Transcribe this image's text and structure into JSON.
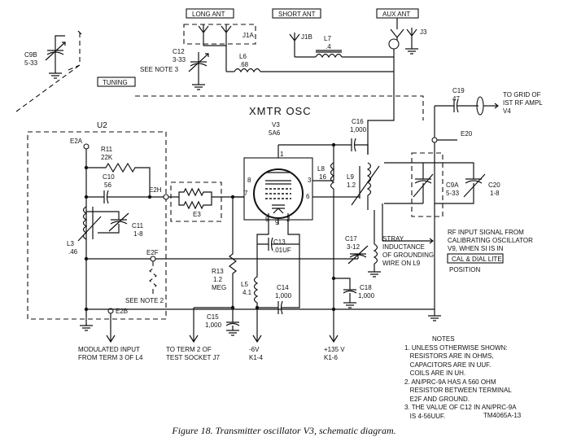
{
  "caption": "Figure 18.   Transmitter oscillator V3, schematic diagram.",
  "drawing_id": "TM4065A-13",
  "boxes": {
    "long_ant": "LONG ANT",
    "short_ant": "SHORT ANT",
    "aux_ant": "AUX ANT",
    "tuning": "TUNING",
    "cal_dial": "CAL & DIAL LITE"
  },
  "titles": {
    "xmtr": "XMTR OSC",
    "tube": "V3",
    "tube_type": "5A6",
    "unit": "U2"
  },
  "components": {
    "c9b": "C9B",
    "c9b_v": "5-33",
    "c12": "C12",
    "c12_v": "3-33",
    "see_note3": "SEE NOTE 3",
    "j1a": "J1A",
    "j1b": "J1B",
    "j3": "J3",
    "l7": "L7",
    "l7_v": ".4",
    "l6": "L6",
    "l6_v": ".68",
    "c19": "C19",
    "c19_v": "47",
    "to_grid_1": "TO GRID OF",
    "to_grid_2": "IST RF AMPL",
    "to_grid_3": "V4",
    "e20": "E20",
    "e2a": "E2A",
    "r11": "R11",
    "r11_v": "22K",
    "c10": "C10",
    "c10_v": "56",
    "e2h": "E2H",
    "e3": "E3",
    "c11": "C11",
    "c11_v": "1-8",
    "l3": "L3",
    "l3_v": ".46",
    "e2f": "E2F",
    "see_note2": "SEE NOTE 2",
    "e2b": "E2B",
    "c16": "C16",
    "c16_v": "1,000",
    "l8": "L8",
    "l8_v": "16",
    "l9": "L9",
    "l9_v": "1.2",
    "c9a": "C9A",
    "c9a_v": "5-33",
    "c20": "C20",
    "c20_v": "1-8",
    "c13": "C13",
    "c13_v": ".01UF",
    "c17": "C17",
    "c17_v": "3-12",
    "r13": "R13",
    "r13_v": "1.2",
    "r13_u": "MEG",
    "l5": "L5",
    "l5_v": "4.1",
    "c14": "C14",
    "c14_v": "1,000",
    "c18": "C18",
    "c18_v": "1,000",
    "c15": "C15",
    "c15_v": "1,000",
    "pin1": "1",
    "pin2": "2",
    "pin3": "3",
    "pin5": "5",
    "pin6": "6",
    "pin7": "7",
    "pin8": "8",
    "pin9": "9"
  },
  "annotations": {
    "stray_1": "STRAY",
    "stray_2": "INDUCTANCE",
    "stray_3": "OF GROUNDING",
    "stray_4": "WIRE ON L9",
    "rf_1": "RF INPUT SIGNAL FROM",
    "rf_2": "CALIBRATING OSCILLATOR",
    "rf_3": "V9, WHEN SI IS IN",
    "position": "POSITION",
    "mod_1": "MODULATED INPUT",
    "mod_2": "FROM TERM 3 OF L4",
    "term_1": "TO TERM 2 OF",
    "term_2": "TEST SOCKET J7",
    "m6v": "-6V",
    "m6v_k": "K1-4",
    "p135": "+135 V",
    "p135_k": "K1-6"
  },
  "notes": {
    "title": "NOTES",
    "lines": [
      "1. UNLESS OTHERWISE SHOWN:",
      "   RESISTORS ARE IN OHMS,",
      "   CAPACITORS ARE IN UUF.",
      "   COILS ARE IN UH.",
      "2. AN/PRC-9A HAS A 560 OHM",
      "   RESISTOR BETWEEN TERMINAL",
      "   E2F AND GROUND.",
      "3. THE VALUE OF C12 IN AN/PRC-9A",
      "   IS 4-56UUF."
    ]
  }
}
